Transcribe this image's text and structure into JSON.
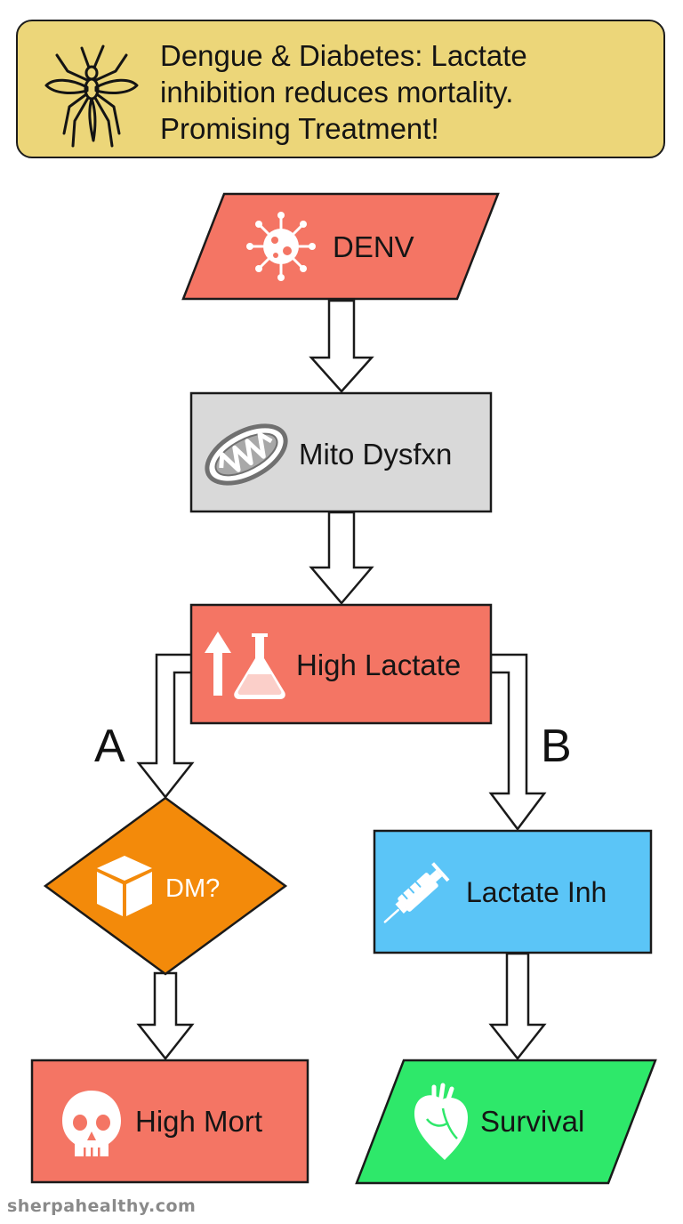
{
  "banner": {
    "line1": "Dengue & Diabetes: Lactate",
    "line2": "inhibition reduces mortality.",
    "line3": "Promising Treatment!",
    "icon": "mosquito-icon"
  },
  "nodes": {
    "denv": {
      "label": "DENV",
      "icon": "virus-icon",
      "color": "#f47564"
    },
    "mito": {
      "label": "Mito Dysfxn",
      "icon": "mitochondria-icon",
      "color": "#d9d9d9"
    },
    "lactate": {
      "label": "High Lactate",
      "icon": "up-arrow-flask-icon",
      "color": "#f47564"
    },
    "dm": {
      "label": "DM?",
      "icon": "cube-icon",
      "color": "#f38a0a"
    },
    "inhibitor": {
      "label": "Lactate Inh",
      "icon": "syringe-icon",
      "color": "#5bc5f7"
    },
    "mortality": {
      "label": "High Mort",
      "icon": "skull-icon",
      "color": "#f47564"
    },
    "survival": {
      "label": "Survival",
      "icon": "heart-icon",
      "color": "#2ee86a"
    }
  },
  "branches": {
    "a": "A",
    "b": "B"
  },
  "watermark": "sherpahealthy.com"
}
